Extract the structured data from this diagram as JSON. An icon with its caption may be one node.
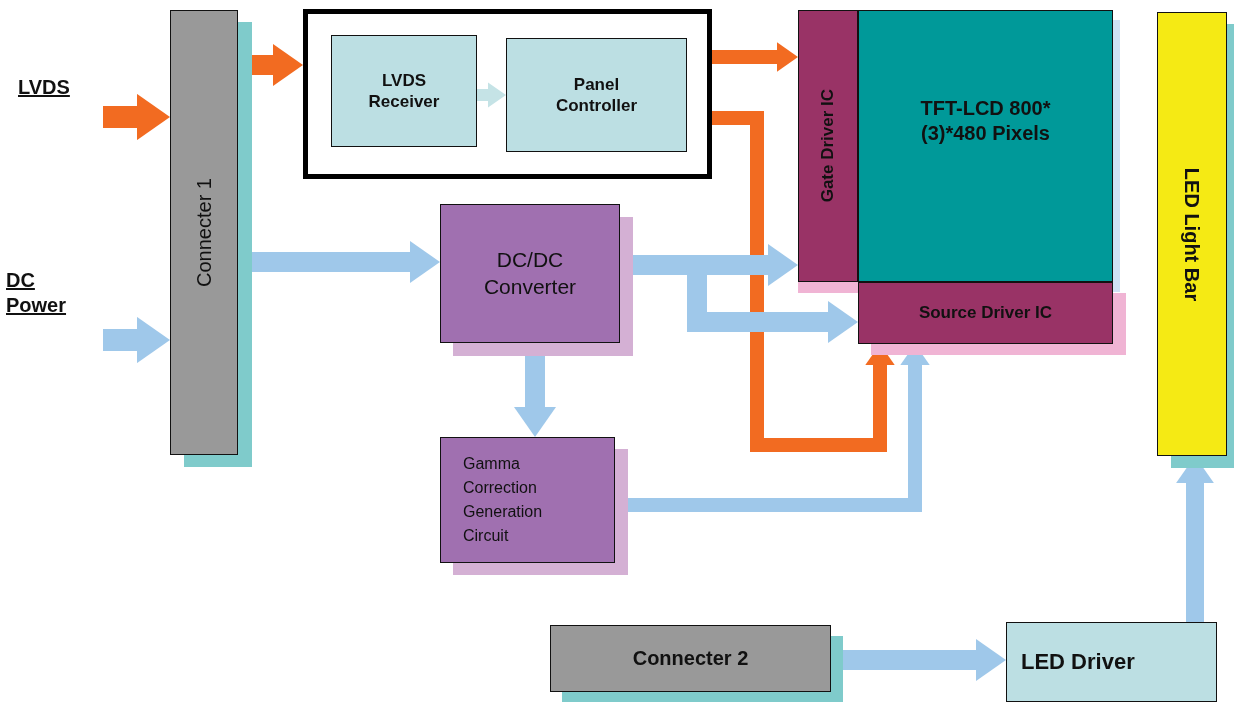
{
  "diagram": {
    "nodes": [
      {
        "text": [
          "Connecter 1"
        ]
      },
      {
        "text": [],
        "shape": "box"
      },
      {
        "text": [
          "LVDS Receiver"
        ],
        "in": 1
      },
      {
        "text": [
          "Panel Controller"
        ],
        "in": 1
      },
      {
        "text": [
          "TFT-LCD 800*(3)*480 Pixels"
        ]
      },
      {
        "text": [
          "Gate Driver IC"
        ]
      },
      {
        "text": [
          "Source Driver IC"
        ]
      },
      {
        "text": [
          "DC/DC Converter"
        ]
      },
      {
        "text": [
          "Gamma Correction Generation Circuit"
        ]
      },
      {
        "text": [
          "LED Light Bar"
        ]
      },
      {
        "text": [
          "Connecter 2"
        ]
      },
      {
        "text": [
          "LED Driver"
        ]
      }
    ],
    "edges": [
      {
        "from": null,
        "to": 0,
        "arrow": "to",
        "color": "#f26b21"
      },
      {
        "from": null,
        "to": 0,
        "arrow": "to"
      },
      {
        "from": 0,
        "to": 1,
        "arrow": "to",
        "color": "#f26b21"
      },
      {
        "from": 2,
        "to": 3,
        "arrow": "to",
        "color": "#c5e3e6"
      },
      {
        "from": 1,
        "to": 5,
        "arrow": "to",
        "color": "#f26b21"
      },
      {
        "from": 1,
        "to": 6,
        "arrow": "to",
        "color": "#f26b21"
      },
      {
        "from": 0,
        "to": 7,
        "arrow": "to"
      },
      {
        "from": 7,
        "to": 5,
        "arrow": "to"
      },
      {
        "from": 7,
        "to": 6,
        "arrow": "to"
      },
      {
        "from": 7,
        "to": 8,
        "arrow": "to"
      },
      {
        "from": 8,
        "to": 6,
        "arrow": "to"
      },
      {
        "from": 10,
        "to": 11,
        "arrow": "to"
      },
      {
        "from": 11,
        "to": 9,
        "arrow": "to"
      }
    ],
    "labels": [
      "LVDS",
      "DC Power"
    ]
  }
}
